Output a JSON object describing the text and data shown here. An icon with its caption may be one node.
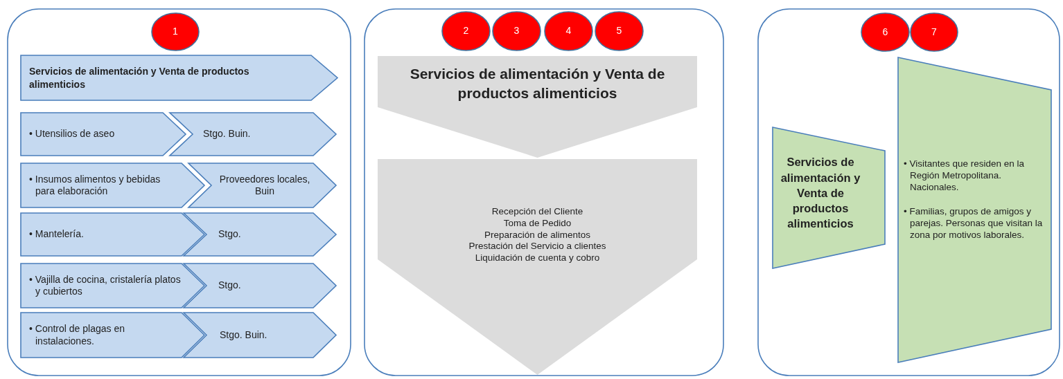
{
  "diagram": {
    "nodes": [
      {
        "text": [],
        "shape": "box"
      },
      {
        "text": [
          "1"
        ],
        "in": 0
      },
      {
        "text": [
          "Servicios de alimentación y Venta de productos alimenticios"
        ],
        "in": 0
      },
      {
        "text": [
          "• Utensilios de aseo"
        ],
        "in": 0
      },
      {
        "text": [
          "Stgo. Buin."
        ],
        "in": 0
      },
      {
        "text": [
          "• Insumos alimentos y bebidas para elaboración"
        ],
        "in": 0
      },
      {
        "text": [
          "Proveedores locales, Buin"
        ],
        "in": 0
      },
      {
        "text": [
          "• Mantelería."
        ],
        "in": 0
      },
      {
        "text": [
          "Stgo."
        ],
        "in": 0
      },
      {
        "text": [
          "• Vajilla de cocina, cristalería platos y cubiertos"
        ],
        "in": 0
      },
      {
        "text": [
          "Stgo."
        ],
        "in": 0
      },
      {
        "text": [
          "• Control de plagas en instalaciones."
        ],
        "in": 0
      },
      {
        "text": [
          "Stgo. Buin."
        ],
        "in": 0
      },
      {
        "text": [],
        "shape": "box"
      },
      {
        "text": [
          "2"
        ],
        "in": 13
      },
      {
        "text": [
          "3"
        ],
        "in": 13
      },
      {
        "text": [
          "4"
        ],
        "in": 13
      },
      {
        "text": [
          "5"
        ],
        "in": 13
      },
      {
        "text": [
          "Servicios de alimentación y Venta de productos alimenticios"
        ],
        "in": 13
      },
      {
        "text": [
          "Recepción del Cliente",
          "Toma de Pedido",
          "Preparación de alimentos",
          "Prestación del Servicio a clientes",
          "Liquidación de cuenta y cobro"
        ],
        "in": 13
      },
      {
        "text": [],
        "shape": "box"
      },
      {
        "text": [
          "6"
        ],
        "in": 20
      },
      {
        "text": [
          "7"
        ],
        "in": 20
      },
      {
        "text": [
          "Servicios de alimentación y Venta de productos alimenticios"
        ],
        "in": 20
      },
      {
        "text": [
          "• Visitantes que residen en la Región Metropolitana. Nacionales.",
          "• Familias, grupos de amigos y parejas. Personas que visitan la zona por motivos laborales."
        ],
        "in": 20
      }
    ]
  }
}
